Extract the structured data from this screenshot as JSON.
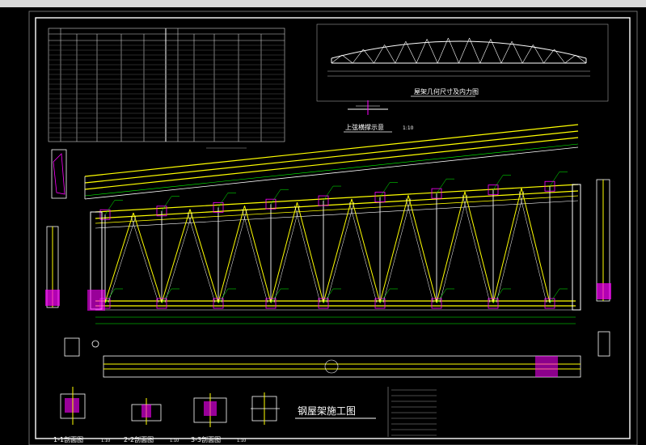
{
  "drawing": {
    "main_title": "钢屋架施工图",
    "elevation_caption": "屋架几何尺寸及内力图",
    "brace_caption": "上弦横撑示意",
    "brace_scale": "1:10",
    "sections": [
      {
        "label": "1-1剖面图",
        "scale": "1:10"
      },
      {
        "label": "2-2剖面图",
        "scale": "1:10"
      },
      {
        "label": "3-3剖面图",
        "scale": "1:10"
      }
    ],
    "colors": {
      "background": "#000000",
      "frame": "#ffffff",
      "chord": "#ffff00",
      "dimension": "#00ff00",
      "callout": "#ff00ff",
      "text": "#ffffff"
    }
  }
}
